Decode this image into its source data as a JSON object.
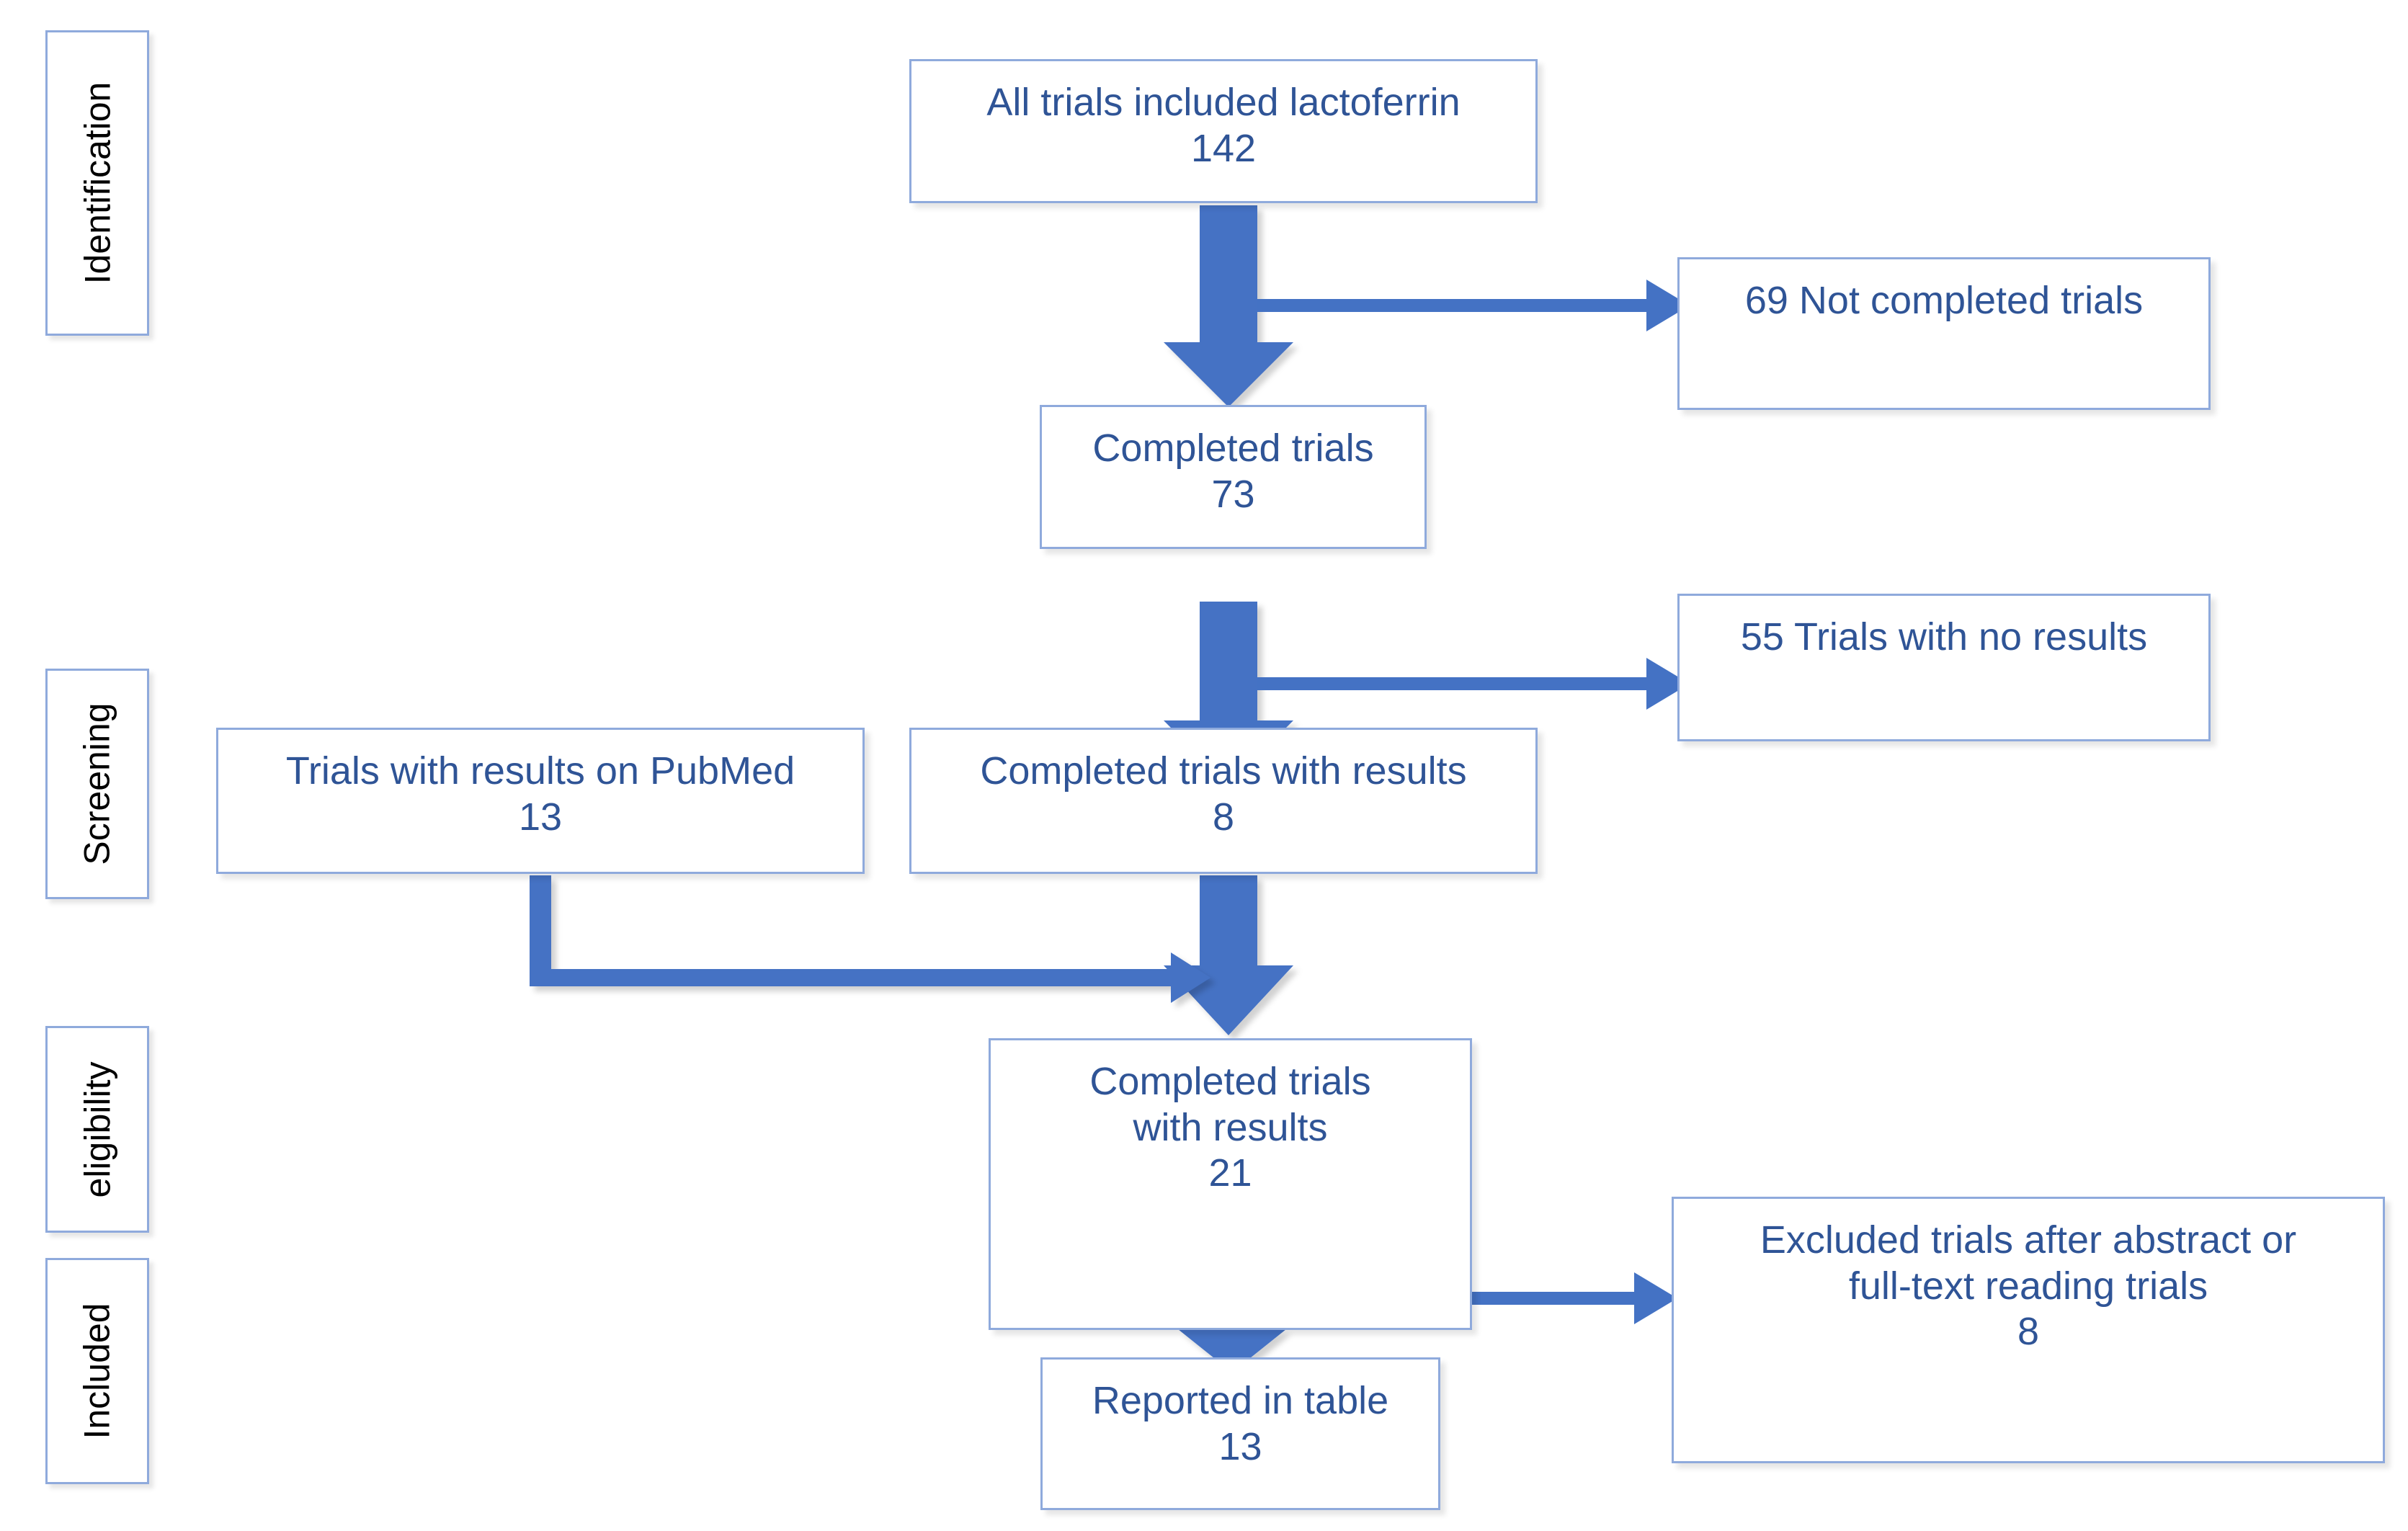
{
  "figure": {
    "type": "prisma-flow-diagram",
    "accent_color": "#4472C4",
    "box_border_color": "#8FAADC",
    "box_text_color": "#2F5496",
    "stage_label_text_color": "#000000",
    "background_color": "#FFFFFF"
  },
  "stages": [
    {
      "id": "identification",
      "label": "Identification"
    },
    {
      "id": "screening",
      "label": "Screening"
    },
    {
      "id": "eligibility",
      "label": "eligibility"
    },
    {
      "id": "included",
      "label": "Included"
    }
  ],
  "nodes": {
    "all_trials": {
      "line1": "All trials included lactoferrin",
      "count": "142"
    },
    "not_completed": {
      "line1": "69 Not completed trials"
    },
    "completed_trials": {
      "line1": "Completed trials",
      "count": "73"
    },
    "no_results": {
      "line1": "55 Trials with no results"
    },
    "pubmed_results": {
      "line1": "Trials with results on PubMed",
      "count": "13"
    },
    "completed_with_results_8": {
      "line1": "Completed trials with results",
      "count": "8"
    },
    "completed_with_results_21": {
      "line1": "Completed trials",
      "line2": "with results",
      "count": "21"
    },
    "excluded": {
      "line1": "Excluded trials after abstract or",
      "line2": "full-text reading trials",
      "count": "8"
    },
    "reported": {
      "line1": "Reported in table",
      "count": "13"
    }
  },
  "chart_data": {
    "type": "diagram",
    "title": "",
    "nodes": [
      {
        "id": "all_trials",
        "label": "All trials included lactoferrin",
        "value": 142,
        "stage": "Identification"
      },
      {
        "id": "not_completed",
        "label": "69 Not completed trials",
        "value": 69,
        "stage": "Identification"
      },
      {
        "id": "completed_trials",
        "label": "Completed trials",
        "value": 73,
        "stage": "Identification"
      },
      {
        "id": "no_results",
        "label": "55 Trials with no results",
        "value": 55,
        "stage": "Screening"
      },
      {
        "id": "pubmed_results",
        "label": "Trials with results on PubMed",
        "value": 13,
        "stage": "Screening"
      },
      {
        "id": "completed_with_results_8",
        "label": "Completed trials with results",
        "value": 8,
        "stage": "Screening"
      },
      {
        "id": "completed_with_results_21",
        "label": "Completed trials with results",
        "value": 21,
        "stage": "eligibility"
      },
      {
        "id": "excluded",
        "label": "Excluded trials after abstract or full-text reading trials",
        "value": 8,
        "stage": "eligibility"
      },
      {
        "id": "reported",
        "label": "Reported in table",
        "value": 13,
        "stage": "Included"
      }
    ],
    "edges": [
      {
        "from": "all_trials",
        "to": "completed_trials",
        "kind": "down"
      },
      {
        "from": "all_trials",
        "to": "not_completed",
        "kind": "branch-right"
      },
      {
        "from": "completed_trials",
        "to": "completed_with_results_8",
        "kind": "down"
      },
      {
        "from": "completed_trials",
        "to": "no_results",
        "kind": "branch-right"
      },
      {
        "from": "pubmed_results",
        "to": "completed_with_results_21",
        "kind": "elbow-right"
      },
      {
        "from": "completed_with_results_8",
        "to": "completed_with_results_21",
        "kind": "down"
      },
      {
        "from": "completed_with_results_21",
        "to": "reported",
        "kind": "down"
      },
      {
        "from": "completed_with_results_21",
        "to": "excluded",
        "kind": "branch-right"
      }
    ]
  }
}
